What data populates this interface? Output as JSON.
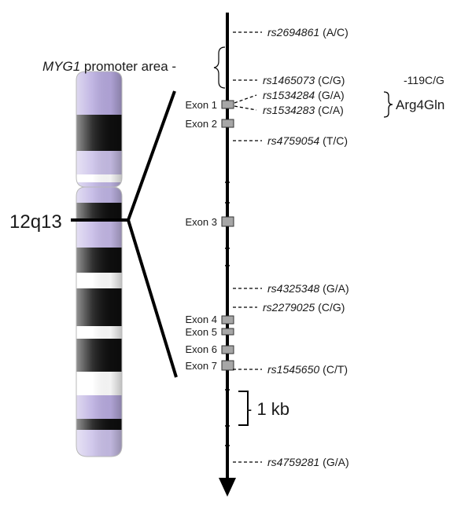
{
  "band_label": "12q13",
  "promoter": {
    "gene": "MYG1",
    "suffix": " promoter area -"
  },
  "scale_label": "- 1 kb",
  "exons": [
    {
      "label": "Exon 1"
    },
    {
      "label": "Exon 2"
    },
    {
      "label": "Exon 3"
    },
    {
      "label": "Exon 4"
    },
    {
      "label": "Exon 5"
    },
    {
      "label": "Exon 6"
    },
    {
      "label": "Exon 7"
    }
  ],
  "snps": [
    {
      "id": "rs2694861",
      "alleles": "(A/C)"
    },
    {
      "id": "rs1465073",
      "alleles": "(C/G)"
    },
    {
      "id": "rs1534284",
      "alleles": "(G/A)"
    },
    {
      "id": "rs1534283",
      "alleles": "(C/A)"
    },
    {
      "id": "rs4759054",
      "alleles": "(T/C)"
    },
    {
      "id": "rs4325348",
      "alleles": "(G/A)"
    },
    {
      "id": "rs2279025",
      "alleles": "(C/G)"
    },
    {
      "id": "rs1545650",
      "alleles": "(C/T)"
    },
    {
      "id": "rs4759281",
      "alleles": "(G/A)"
    }
  ],
  "variants": {
    "promoter_variant": "-119C/G",
    "coding_variant": "Arg4Gln"
  }
}
